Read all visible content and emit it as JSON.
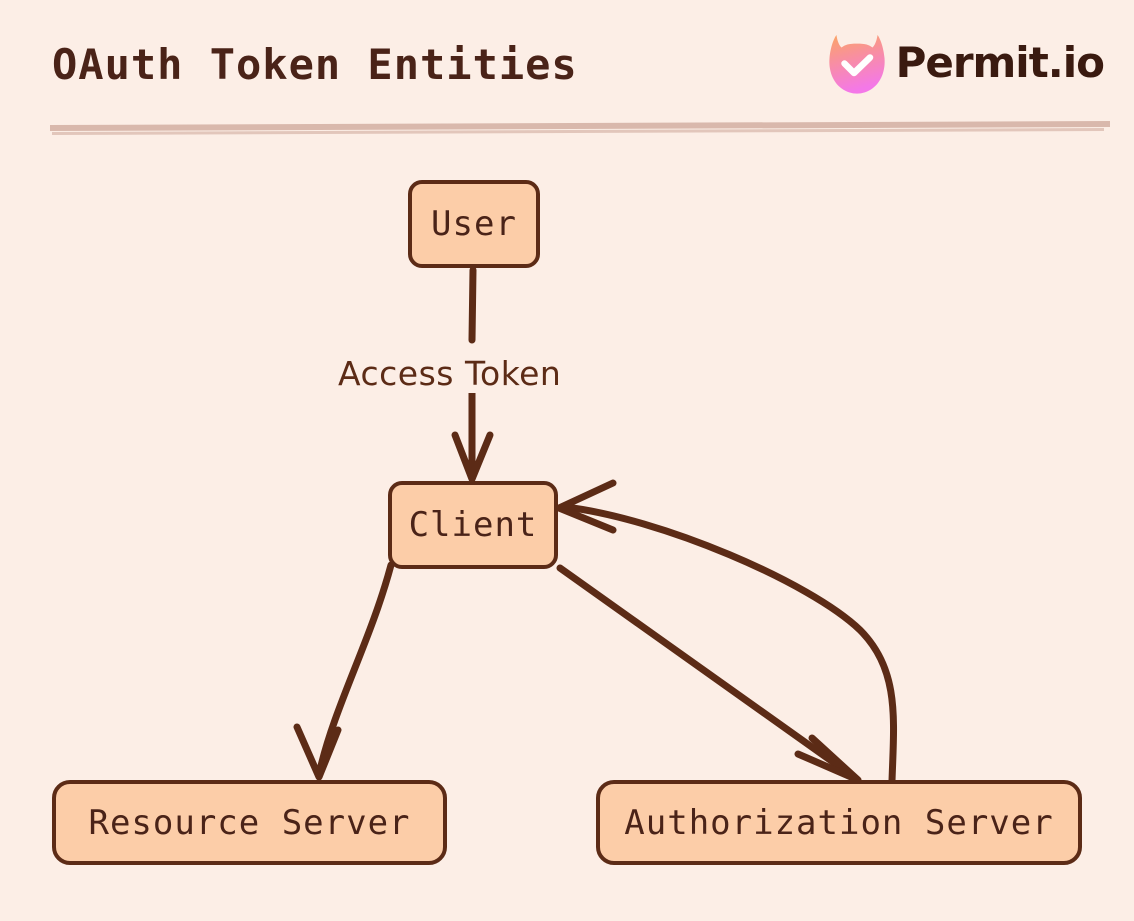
{
  "header": {
    "title": "OAuth Token Entities",
    "brand_name": "Permit.io",
    "logo_icon": "permit-cat-shield-check-icon",
    "divider_color": "#D9B8AC"
  },
  "theme": {
    "background": "#FCEEE6",
    "node_fill": "#FCCDA8",
    "node_stroke": "#5C2B16",
    "text": "#4A2318",
    "edge_stroke": "#5C2B16",
    "logo_gradient_start": "#FBA26A",
    "logo_gradient_end": "#F478E0"
  },
  "diagram": {
    "type": "flowchart",
    "nodes": [
      {
        "id": "user",
        "label": "User"
      },
      {
        "id": "client",
        "label": "Client"
      },
      {
        "id": "resource",
        "label": "Resource Server"
      },
      {
        "id": "authz",
        "label": "Authorization Server"
      }
    ],
    "edges": [
      {
        "from": "user",
        "to": "client",
        "label": "Access Token",
        "arrow": "end"
      },
      {
        "from": "client",
        "to": "resource",
        "label": "",
        "arrow": "end"
      },
      {
        "from": "client",
        "to": "authz",
        "label": "",
        "arrow": "end"
      },
      {
        "from": "authz",
        "to": "client",
        "label": "",
        "arrow": "end"
      }
    ]
  }
}
